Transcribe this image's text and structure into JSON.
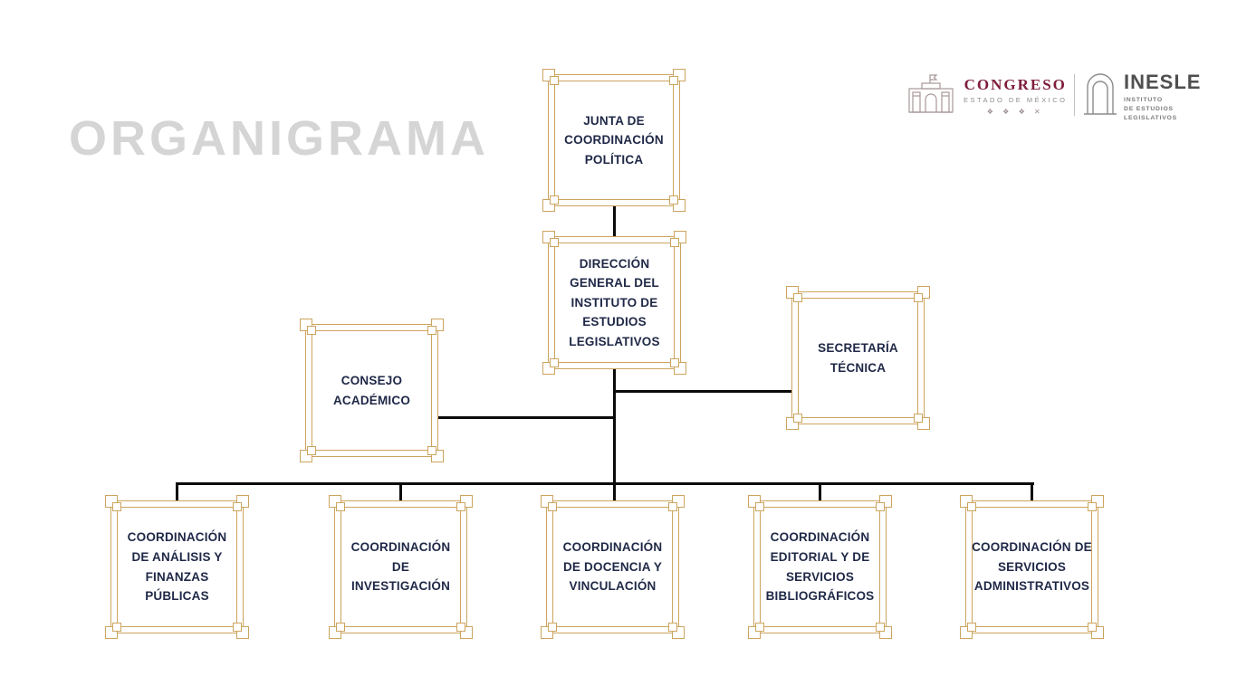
{
  "page": {
    "title": "ORGANIGRAMA"
  },
  "header": {
    "congreso": {
      "name": "CONGRESO",
      "subtitle": "ESTADO DE MÉXICO",
      "ornaments": "❖ ❖ ❖ ✕"
    },
    "inesle": {
      "name": "INESLE",
      "subtitle": "INSTITUTO\nDE ESTUDIOS\nLEGISLATIVOS"
    }
  },
  "colors": {
    "frame_gold": "#cca45f",
    "node_text": "#1f2847",
    "connector": "#0a0a0a",
    "title_gray": "#d5d5d5",
    "congreso_maroon": "#7e1e3c"
  },
  "org_chart": {
    "nodes": {
      "junta": {
        "label": "JUNTA DE\nCOORDINACIÓN\nPOLÍTICA"
      },
      "direccion": {
        "label": "DIRECCIÓN\nGENERAL DEL\nINSTITUTO DE\nESTUDIOS\nLEGISLATIVOS"
      },
      "consejo": {
        "label": "CONSEJO\nACADÉMICO"
      },
      "secretaria": {
        "label": "SECRETARÍA\nTÉCNICA"
      },
      "coord_analisis": {
        "label": "COORDINACIÓN\nDE ANÁLISIS Y\nFINANZAS\nPÚBLICAS"
      },
      "coord_investigacion": {
        "label": "COORDINACIÓN\nDE\nINVESTIGACIÓN"
      },
      "coord_docencia": {
        "label": "COORDINACIÓN\nDE DOCENCIA Y\nVINCULACIÓN"
      },
      "coord_editorial": {
        "label": "COORDINACIÓN\nEDITORIAL Y DE\nSERVICIOS\nBIBLIOGRÁFICOS"
      },
      "coord_servicios": {
        "label": "COORDINACIÓN DE\nSERVICIOS\nADMINISTRATIVOS"
      }
    },
    "edges": [
      {
        "from": "junta",
        "to": "direccion"
      },
      {
        "from": "direccion",
        "to": "consejo"
      },
      {
        "from": "direccion",
        "to": "secretaria"
      },
      {
        "from": "direccion",
        "to": "coord_analisis"
      },
      {
        "from": "direccion",
        "to": "coord_investigacion"
      },
      {
        "from": "direccion",
        "to": "coord_docencia"
      },
      {
        "from": "direccion",
        "to": "coord_editorial"
      },
      {
        "from": "direccion",
        "to": "coord_servicios"
      }
    ]
  }
}
